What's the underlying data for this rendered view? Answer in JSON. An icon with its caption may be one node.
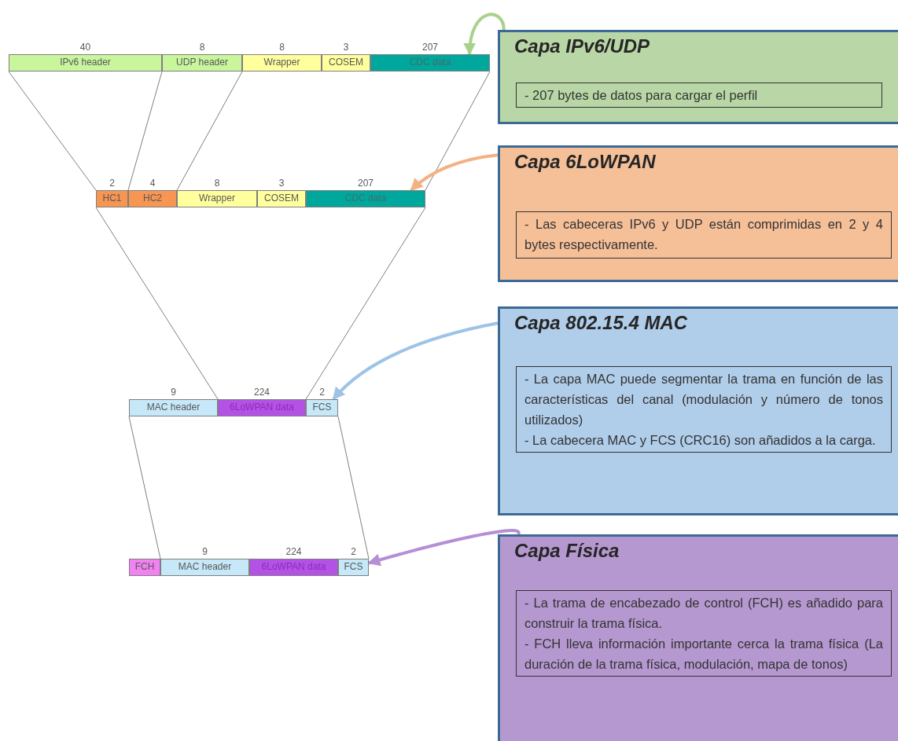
{
  "diagram": {
    "nodes": [
      {
        "text": [
          "IPv6 header"
        ],
        "beside": [
          "40"
        ]
      },
      {
        "text": [
          "UDP header"
        ],
        "beside": [
          "8"
        ]
      },
      {
        "text": [
          "Wrapper"
        ],
        "beside": [
          "8"
        ]
      },
      {
        "text": [
          "COSEM"
        ],
        "beside": [
          "3"
        ]
      },
      {
        "text": [
          "CDC data"
        ],
        "beside": [
          "207"
        ]
      },
      {
        "text": [
          "HC1"
        ],
        "beside": [
          "2"
        ]
      },
      {
        "text": [
          "HC2"
        ],
        "beside": [
          "4"
        ]
      },
      {
        "text": [
          "Wrapper"
        ],
        "beside": [
          "8"
        ]
      },
      {
        "text": [
          "COSEM"
        ],
        "beside": [
          "3"
        ]
      },
      {
        "text": [
          "CDC data"
        ],
        "beside": [
          "207"
        ]
      },
      {
        "text": [
          "MAC header"
        ],
        "beside": [
          "9"
        ]
      },
      {
        "text": [
          "6LoWPAN data"
        ],
        "beside": [
          "224"
        ]
      },
      {
        "text": [
          "FCS"
        ],
        "beside": [
          "2"
        ]
      },
      {
        "text": [
          "FCH"
        ]
      },
      {
        "text": [
          "MAC header"
        ],
        "beside": [
          "9"
        ]
      },
      {
        "text": [
          "6LoWPAN data"
        ],
        "beside": [
          "224"
        ]
      },
      {
        "text": [
          "FCS"
        ],
        "beside": [
          "2"
        ]
      },
      {
        "text": [
          "Capa IPv6/UDP"
        ]
      },
      {
        "text": [
          "- 207 bytes de datos para cargar el perfil"
        ],
        "in": 17
      },
      {
        "text": [
          "Capa 6LoWPAN"
        ]
      },
      {
        "text": [
          "- Las cabeceras IPv6 y UDP están comprimidas en 2 y 4 bytes respectivamente."
        ],
        "in": 19
      },
      {
        "text": [
          "Capa 802.15.4 MAC"
        ]
      },
      {
        "text": [
          "- La capa MAC puede segmentar la trama en función de las características del canal (modulación y número de tonos utilizados)",
          "- La cabecera MAC y FCS (CRC16) son añadidos a la carga."
        ],
        "in": 21
      },
      {
        "text": [
          "Capa Física"
        ]
      },
      {
        "text": [
          "- La trama de encabezado de control (FCH) es añadido para construir la trama física.",
          "- FCH lleva información importante cerca la trama física (La duración de la trama física, modulación, mapa de tonos)"
        ],
        "in": 23
      }
    ],
    "edges": [
      {
        "from": 0,
        "to": 5,
        "arrow": "none"
      },
      {
        "from": 1,
        "to": 6,
        "arrow": "none"
      },
      {
        "from": 2,
        "to": 7,
        "arrow": "none"
      },
      {
        "from": 4,
        "to": 9,
        "arrow": "none"
      },
      {
        "from": 5,
        "to": 11,
        "arrow": "none"
      },
      {
        "from": 9,
        "to": 11,
        "arrow": "none"
      },
      {
        "from": 10,
        "to": 14,
        "arrow": "none"
      },
      {
        "from": 12,
        "to": 16,
        "arrow": "none"
      },
      {
        "from": 17,
        "to": 4,
        "arrow": "to",
        "style": "thick",
        "color": "#a9d18e"
      },
      {
        "from": 19,
        "to": 9,
        "arrow": "to",
        "style": "thick",
        "color": "#f4b183"
      },
      {
        "from": 21,
        "to": 12,
        "arrow": "to",
        "style": "thick",
        "color": "#9dc3e6"
      },
      {
        "from": 23,
        "to": 16,
        "arrow": "to",
        "style": "thick",
        "color": "#b48fd4"
      }
    ]
  }
}
